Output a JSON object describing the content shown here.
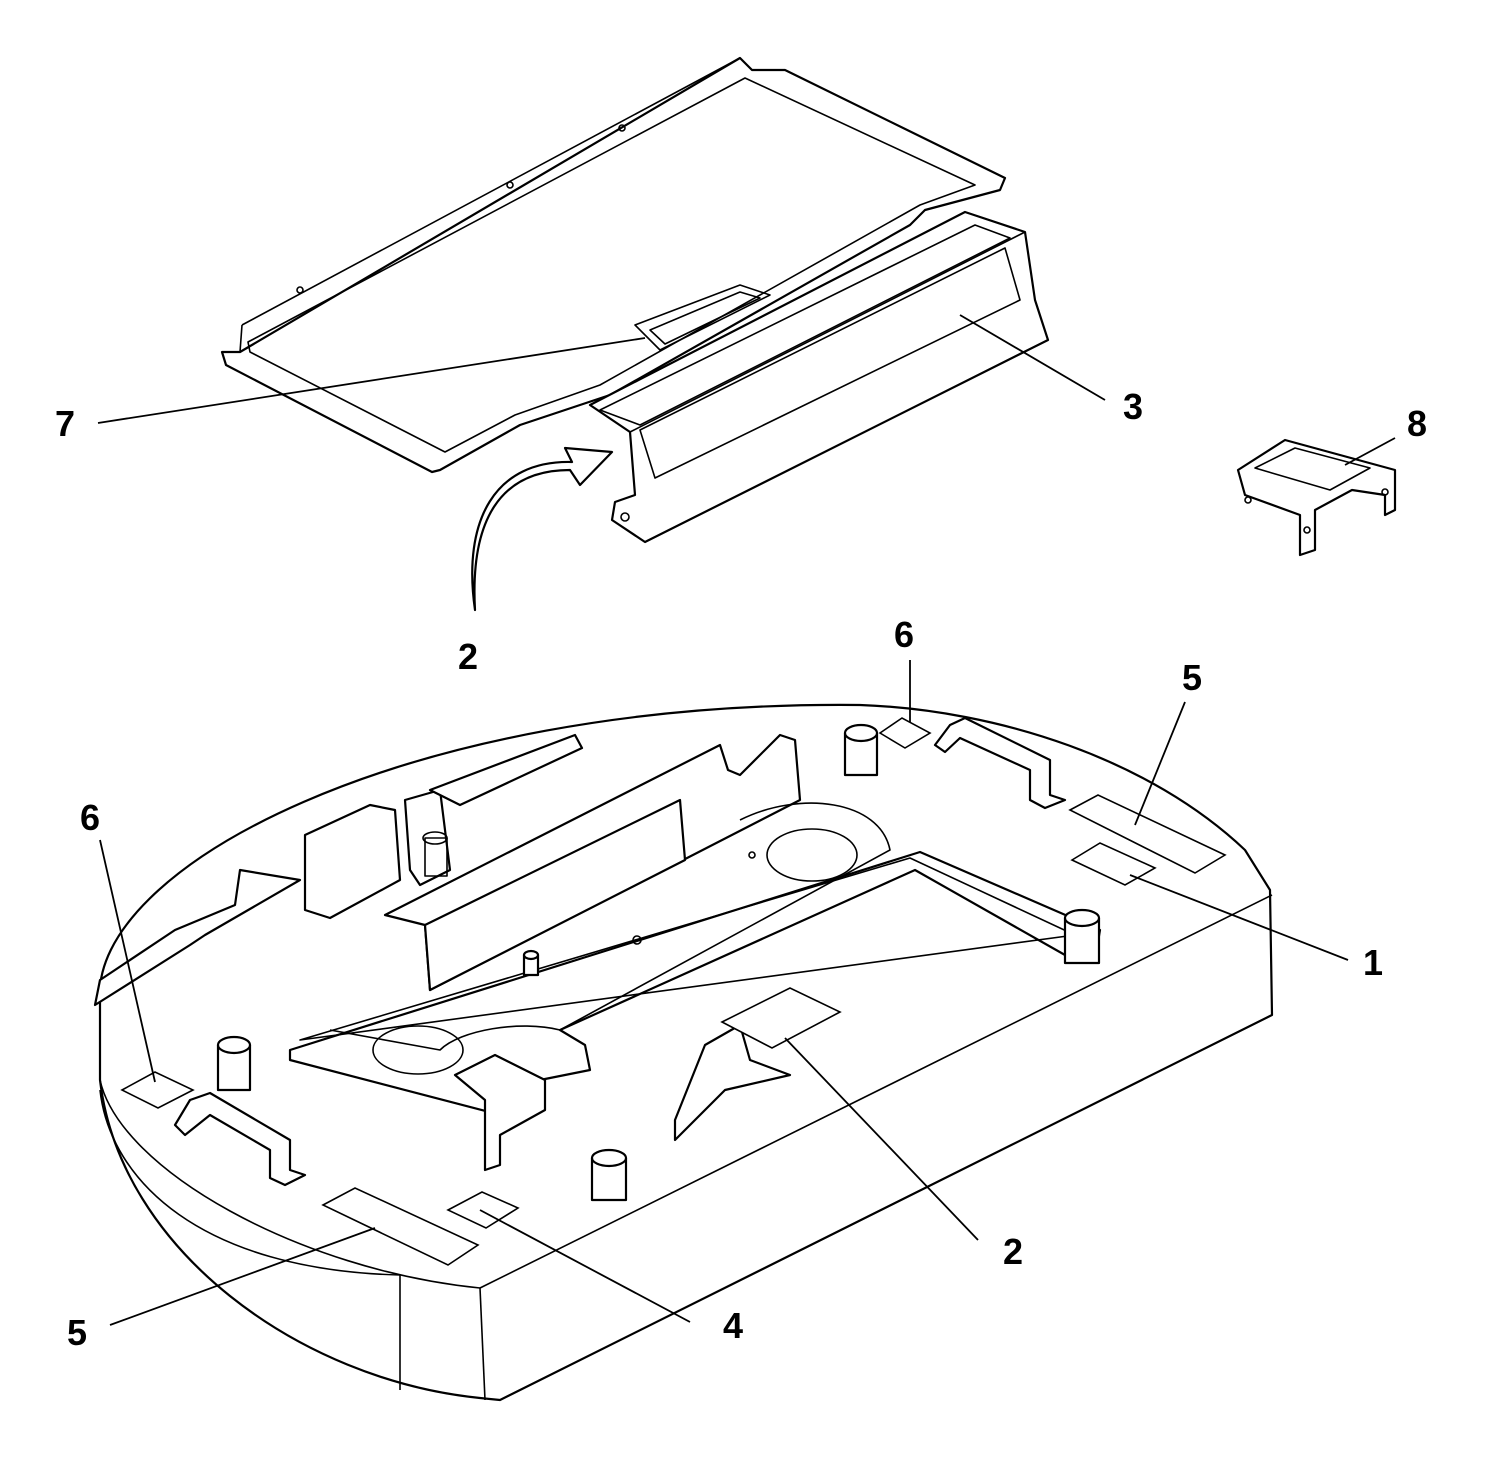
{
  "callouts": {
    "c7": "7",
    "c3": "3",
    "c8": "8",
    "c2_top": "2",
    "c6_top": "6",
    "c5_top": "5",
    "c6_left": "6",
    "c1": "1",
    "c2_mid": "2",
    "c5_bottom": "5",
    "c4": "4"
  },
  "colors": {
    "line": "#000000",
    "background": "#ffffff"
  }
}
